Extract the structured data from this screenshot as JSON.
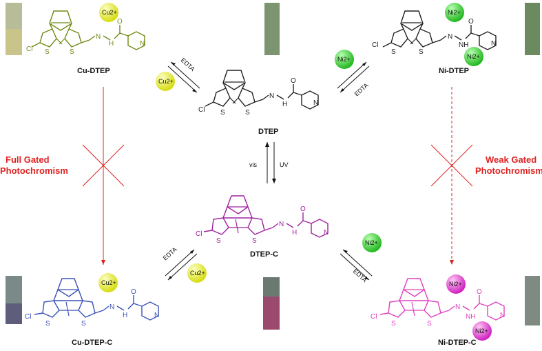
{
  "compounds": {
    "cu_dtep": "Cu-DTEP",
    "ni_dtep": "Ni-DTEP",
    "dtep": "DTEP",
    "dtep_c": "DTEP-C",
    "cu_dtep_c": "Cu-DTEP-C",
    "ni_dtep_c": "Ni-DTEP-C"
  },
  "ions": {
    "cu": "Cu2+",
    "ni": "Ni2+"
  },
  "reagents": {
    "edta": "EDTA",
    "vis": "vis",
    "uv": "UV"
  },
  "gating": {
    "full_line1": "Full Gated",
    "full_line2": "Photochromism",
    "weak_line1": "Weak Gated",
    "weak_line2": "Photochromism"
  },
  "atoms": {
    "cl": "Cl",
    "s": "S",
    "n": "N",
    "nh": "NH",
    "h": "H",
    "o": "O"
  },
  "colors": {
    "cu_dtep": "#6e8a14",
    "dtep": "#222222",
    "dtep_c": "#a020a0",
    "cu_dtep_c": "#3a50b8",
    "ni_dtep_c": "#e040c0",
    "cu_ball": "#e8ee20",
    "ni_ball": "#3ed03a",
    "ni_ball_pink": "#e040d0",
    "gate_red": "#e02020"
  },
  "vials": {
    "cu_dtep": [
      "#a6ae6a",
      "#c9c48a"
    ],
    "ni_dtep": [
      "#6c8a60",
      "#7c9a70"
    ],
    "cu_dtep_c": [
      "#7a8a88",
      "#5e5e7c"
    ],
    "dtep_c": [
      "#6a7a70",
      "#9a4a6c"
    ],
    "ni_dtep_c": [
      "#7a8a80",
      "#806a74"
    ]
  }
}
